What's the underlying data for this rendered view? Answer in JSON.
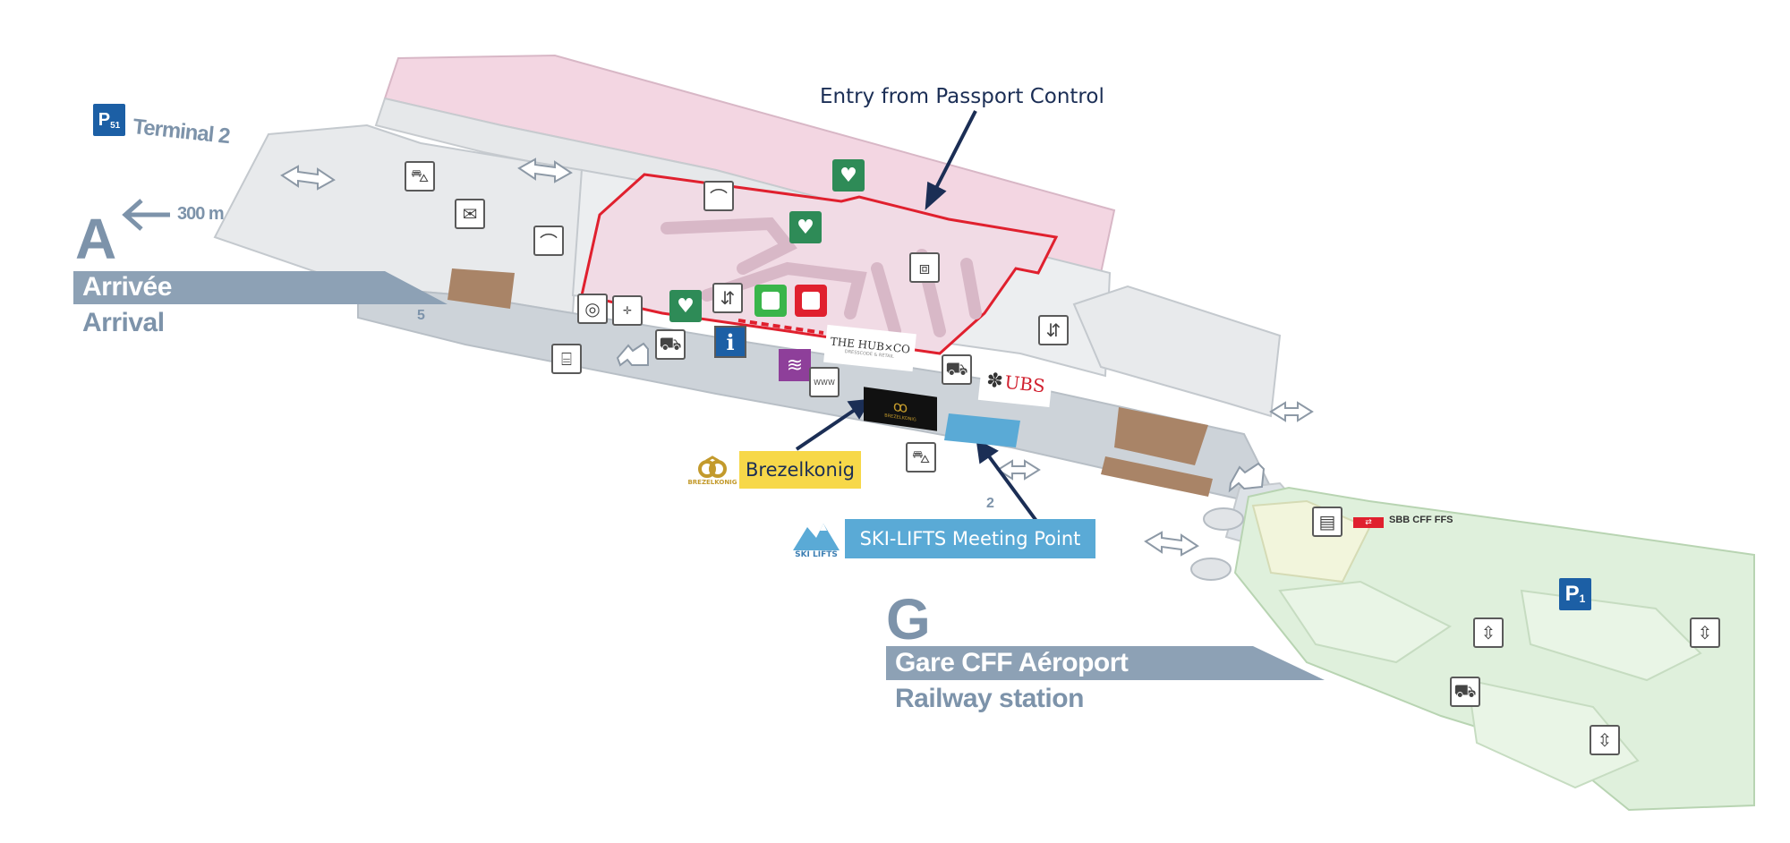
{
  "title": "Entry from Passport Control",
  "colors": {
    "navy": "#1b2e55",
    "brezel_yellow": "#f7d849",
    "brezel_gold": "#c39a2c",
    "ski_blue": "#5aaad6",
    "sign_grey": "#8da1b5",
    "arrival_pink": "#f3d6e2",
    "railway_green": "#dff0dc",
    "ubs_red": "#d11f2e",
    "aed_green": "#2e8b57"
  },
  "terminal2": {
    "icon": "parking-p51-icon",
    "label": "Terminal 2"
  },
  "sector_a": {
    "letter": "A",
    "distance": "300 m",
    "title_fr": "Arrivée",
    "title_en": "Arrival",
    "level": "5"
  },
  "sector_g": {
    "letter": "G",
    "title_fr": "Gare CFF Aéroport",
    "title_en": "Railway station",
    "level": "2"
  },
  "callouts": {
    "brezel": {
      "text": "Brezelkonig",
      "logo_caption": "BREZELKONIG"
    },
    "ski": {
      "text": "SKI-LIFTS Meeting Point",
      "logo_caption": "SKI LIFTS"
    }
  },
  "shops": {
    "hub": {
      "line1": "THE HUB×CO",
      "line2": "DRESSCODE & RETAIL"
    },
    "ubs": {
      "text": "UBS"
    },
    "brezel_small": {
      "caption": "BREZELKONIG"
    }
  },
  "sbb": {
    "text": "SBB CFF FFS"
  },
  "parking_p1": {
    "letter": "P",
    "sub": "1"
  },
  "wifi": {
    "caption": "WWW"
  },
  "icons": [
    "car-rental-icon",
    "mail-icon",
    "shower-icon",
    "aed-icon",
    "globe-icon",
    "baggage-cart-icon",
    "info-icon",
    "wifi-icon",
    "taxi-icon",
    "bus-icon",
    "escalator-icon",
    "luggage-icon",
    "ticket-machine-icon",
    "elevator-icon"
  ]
}
